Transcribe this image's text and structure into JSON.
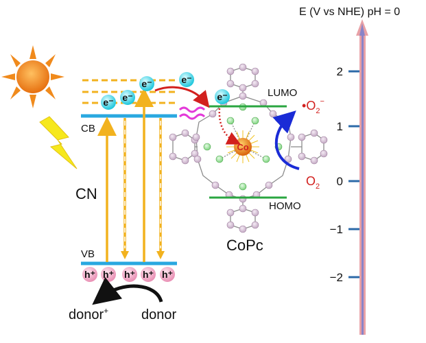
{
  "axis": {
    "title": "E (V vs NHE) pH = 0",
    "ticks": [
      "2",
      "1",
      "0",
      "−1",
      "−2"
    ]
  },
  "cn": {
    "name": "CN",
    "cb_label": "CB",
    "vb_label": "VB",
    "electron": "e⁻",
    "hole": "h⁺"
  },
  "copc": {
    "name": "CoPc",
    "lumo": "LUMO",
    "homo": "HOMO",
    "metal": "Co",
    "electron": "e⁻"
  },
  "transfer": {
    "electron": "e⁻"
  },
  "oxygen": {
    "reactant": "O",
    "reactant_sub": "2",
    "product_dot": "•",
    "product": "O",
    "product_sub": "2",
    "product_sup": "−"
  },
  "donor": {
    "reactant": "donor",
    "product": "donor",
    "product_sup": "+"
  },
  "colors": {
    "axis_arrow": "#e8a1a6",
    "axis_core": "#8a84c8",
    "band": "#29a8e0",
    "orbital": "#2aa640",
    "excitation": "#f2b21e",
    "red_arrow": "#d2201e",
    "blue_arrow": "#1a2bd6",
    "sun": "#f08a1c",
    "lightning": "#f6e81c"
  }
}
